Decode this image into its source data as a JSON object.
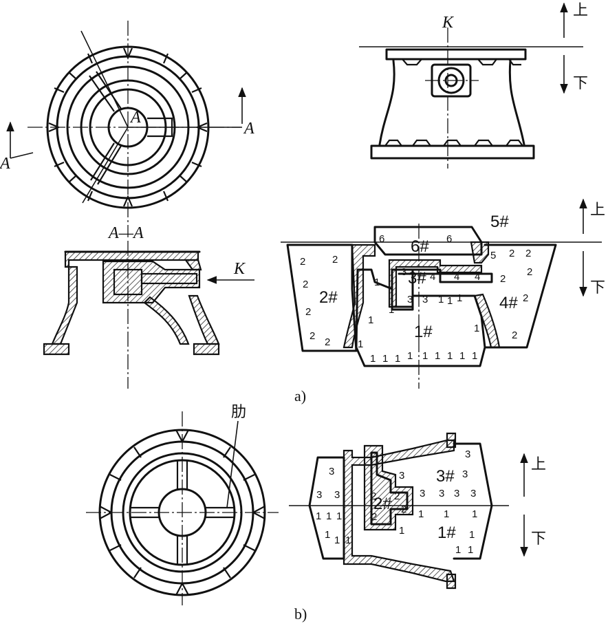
{
  "labels": {
    "a": "a)",
    "b": "b)",
    "k_top": "K",
    "k_arrow": "K",
    "a_center": "A",
    "a_right": "A",
    "a_left": "A",
    "section": "A—A",
    "up": "上",
    "down": "下",
    "rib": "肋"
  },
  "core_numbers": {
    "n1": "1",
    "n2": "2",
    "n3": "3",
    "n4": "4",
    "n5": "5",
    "n6": "6",
    "core1": "1#",
    "core2": "2#",
    "core3": "3#",
    "core4": "4#",
    "core5": "5#",
    "core6": "6#"
  }
}
